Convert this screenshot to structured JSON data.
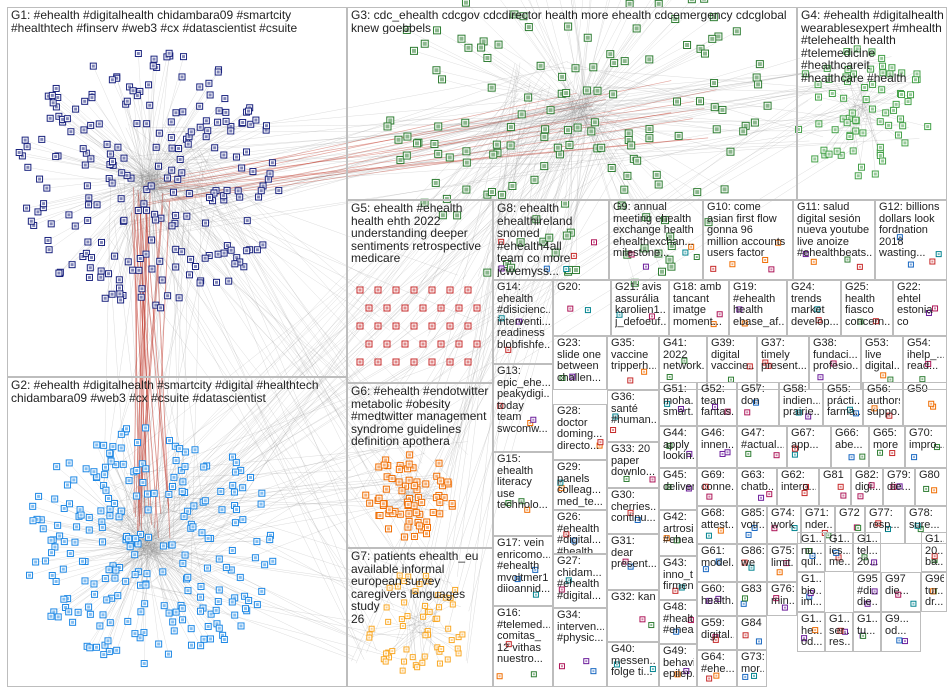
{
  "groups": [
    {
      "id": "G1",
      "label": "G1: #ehealth #digitalhealth chidambara09 #smartcity\n#healthtech #finserv #web3 #cx #datascientist #csuite"
    },
    {
      "id": "G2",
      "label": "G2: #ehealth #digitalhealth #smartcity #digital #healthtech\nchidambara09 #web3 #cx #csuite #datascientist"
    },
    {
      "id": "G3",
      "label": "G3: cdc_ehealth cdcgov cdcdirector health more ehealth cdcemergency cdcglobal\nknew goebbels"
    },
    {
      "id": "G4",
      "label": "G4: #ehealth #digitalhealth\nwearablesexpert #mhealth\n#telehealth health\n#telemedicine #healthcareit\n#healthcare #health"
    },
    {
      "id": "G5",
      "label": "G5: ehealth #ehealth\nhealth ehth 2022\nunderstanding deeper\nsentiments retrospective\nmedicare"
    },
    {
      "id": "G6",
      "label": "G6: #ehealth #endotwitter\nmetabolic #obesity\n#medtwitter management\nsyndrome guidelines\ndefinition apothera"
    },
    {
      "id": "G7",
      "label": "G7: patients ehealth_eu\navailable informal\neuropean survey\ncaregivers languages study\n26"
    },
    {
      "id": "G8",
      "label": "G8: ehealth\nehealthireland\nsnomed #ehealth4all\nteam co more\njcwemyss..."
    },
    {
      "id": "G9",
      "label": "G9: annual\nmeeting ehealth\nexchange health\nehealthexchan...\nmilestone..."
    },
    {
      "id": "G10",
      "label": "G10: come\nasian first flow\ngonna 96\nmillion accounts\nusers factor"
    },
    {
      "id": "G11",
      "label": "G11: salud\ndigital sesión\nnueva youtube\nlive anoize\n#ehealthbeats..."
    },
    {
      "id": "G12",
      "label": "G12: billions\ndollars look\nfordnation\n2018\nwasting..."
    },
    {
      "id": "G13",
      "label": "G13:\nepic_ehe...\npeakydigi...\ntoday\nteam\nswcomw..."
    },
    {
      "id": "G14",
      "label": "G14:\nehealth\n#disicienc...\ninterventi...\nreadiness\nblobfishfe..."
    },
    {
      "id": "G15",
      "label": "G15:\nehealth\nliteracy\nuse\ntechnolo..."
    },
    {
      "id": "G16",
      "label": "G16:\n#telemed...\ncomitas_\n12 vithas\nnuestro..."
    },
    {
      "id": "G17",
      "label": "G17: vein\nenricomo...\n#ehealth\nmvoltmer1\ndiioannid..."
    },
    {
      "id": "G18",
      "label": "G18: amb\ntancant\nimatge\nmoment..."
    },
    {
      "id": "G19",
      "label": "G19:\n#ehealth\nhealth\nebase_af..."
    },
    {
      "id": "G20",
      "label": "G20:"
    },
    {
      "id": "G21",
      "label": "G21: avis\nassurália\nkarolien1...\nj_defoeuf..."
    },
    {
      "id": "G22",
      "label": "G22:\nehtel\nestonia\nco"
    },
    {
      "id": "G23",
      "label": "G23:\nslide one\nbetween\nchallen..."
    },
    {
      "id": "G24",
      "label": "G24:\ntrends\nmarket\ndevelop..."
    },
    {
      "id": "G25",
      "label": "G25:\nhealth\nfiasco\nconcern..."
    },
    {
      "id": "G26",
      "label": "G26:\n#ehealth\n#digital...\n#health..."
    },
    {
      "id": "G27",
      "label": "G27:\nchidam...\n#ehealth\n#digital..."
    },
    {
      "id": "G28",
      "label": "G28:\ndoctor\ndoming...\ndirecto..."
    },
    {
      "id": "G29",
      "label": "G29:\npanels\ncolleag...\nmed_te..."
    },
    {
      "id": "G30",
      "label": "G30:\ncherries...\ncontinu..."
    },
    {
      "id": "G31",
      "label": "G31:\ndear\npresent..."
    },
    {
      "id": "G32",
      "label": "G32: kan"
    },
    {
      "id": "G33",
      "label": "G33: 20\npaper\ndownlo..."
    },
    {
      "id": "G34",
      "label": "G34:\ninterven...\n#physic..."
    },
    {
      "id": "G35",
      "label": "G35: vaccine\ntripperh..."
    },
    {
      "id": "G36",
      "label": "G36:\nsanté\n#human..."
    },
    {
      "id": "G37",
      "label": "G37:\ntimely\npresent..."
    },
    {
      "id": "G38",
      "label": "G38:\nfundaci...\nprofesio..."
    },
    {
      "id": "G39",
      "label": "G39:\ndigital\nvaccine..."
    },
    {
      "id": "G40",
      "label": "G40:\nmessen...\nfolge ti..."
    },
    {
      "id": "G41",
      "label": "G41:\n2022\nnetwork..."
    },
    {
      "id": "G42",
      "label": "G42:\nartrosis\n#ehea..."
    },
    {
      "id": "G43",
      "label": "G43:\ninno_t...\nfirmen..."
    },
    {
      "id": "G44",
      "label": "G44:\napply\nlookin..."
    },
    {
      "id": "G45",
      "label": "G45:\ndeliver..."
    },
    {
      "id": "G46",
      "label": "G46:\ninnen..."
    },
    {
      "id": "G47",
      "label": "G47:\n#actual..."
    },
    {
      "id": "G48",
      "label": "G48:\n#healt...\n#ehea..."
    },
    {
      "id": "G49",
      "label": "G49:\nbehavi...\nepilep..."
    },
    {
      "id": "G50",
      "label": "G50"
    },
    {
      "id": "G51",
      "label": "G51:\nmoha...\nsmart..."
    },
    {
      "id": "G52",
      "label": "G52:\nteam\nfantas..."
    },
    {
      "id": "G53",
      "label": "G53:\nlive\ndigital..."
    },
    {
      "id": "G54",
      "label": "G54:\nihelp_...\nread..."
    },
    {
      "id": "G55",
      "label": "G55:\nprácti...\nfarma..."
    },
    {
      "id": "G56",
      "label": "G56:\nauthors\nsuppo..."
    },
    {
      "id": "G57",
      "label": "G57:\ndon"
    },
    {
      "id": "G58",
      "label": "G58:\nindien...\nprairie..."
    },
    {
      "id": "G59",
      "label": "G59:\ndigital..."
    },
    {
      "id": "G60",
      "label": "G60:\nhealth..."
    },
    {
      "id": "G61",
      "label": "G61:\nmodel..."
    },
    {
      "id": "G62",
      "label": "G62:\ninterо..."
    },
    {
      "id": "G63",
      "label": "G63:\nchatb..."
    },
    {
      "id": "G64",
      "label": "G64:\n#ehe..."
    },
    {
      "id": "G65",
      "label": "G65:\nmore"
    },
    {
      "id": "G66",
      "label": "G66:\nabe..."
    },
    {
      "id": "G67",
      "label": "G67:\napp..."
    },
    {
      "id": "G68",
      "label": "G68:\nattest..."
    },
    {
      "id": "G69",
      "label": "G69:\nconne..."
    },
    {
      "id": "G70",
      "label": "G70:\nimpro..."
    },
    {
      "id": "G71",
      "label": "G71:\nnder..."
    },
    {
      "id": "G72",
      "label": "G72"
    },
    {
      "id": "G73",
      "label": "G73:\nmor..."
    },
    {
      "id": "G74",
      "label": "G74:\nwork"
    },
    {
      "id": "G75",
      "label": "G75:\nlimit..."
    },
    {
      "id": "G76",
      "label": "G76:\nmin..."
    },
    {
      "id": "G77",
      "label": "G77:\nresp..."
    },
    {
      "id": "G78",
      "label": "G78:\nsure..."
    },
    {
      "id": "G79",
      "label": "G79:\ndie..."
    },
    {
      "id": "G80",
      "label": "G80"
    },
    {
      "id": "G81",
      "label": "G81"
    },
    {
      "id": "G82",
      "label": "G82:\ndigi..."
    },
    {
      "id": "G83",
      "label": "G83"
    },
    {
      "id": "G84",
      "label": "G84"
    },
    {
      "id": "G85",
      "label": "G85:\nvotr..."
    },
    {
      "id": "G86",
      "label": "G86:\nwe"
    },
    {
      "id": "G1a",
      "label": "G1...\nnu...\nqui..."
    },
    {
      "id": "G1b",
      "label": "G1...\nics...\nme..."
    },
    {
      "id": "G1c",
      "label": "G1...\ntel...\n20..."
    },
    {
      "id": "G1d",
      "label": "G1...\n20...\nba..."
    },
    {
      "id": "G1e",
      "label": "G1...\nbio...\nim..."
    },
    {
      "id": "G95",
      "label": "G95:\n#di...\ndie..."
    },
    {
      "id": "G1f",
      "label": "G1...\nhe...\nod..."
    },
    {
      "id": "G1g",
      "label": "G1...\nser...\nres..."
    },
    {
      "id": "G97",
      "label": "G97\ndie..."
    },
    {
      "id": "G96",
      "label": "G96:\ntur...\ndr..."
    },
    {
      "id": "G9x",
      "label": "G9...\nod..."
    },
    {
      "id": "G1h",
      "label": "G1...\ntu..."
    }
  ],
  "colors": {
    "border": "#bdbdbd",
    "edge": "#8a8a8a",
    "edge_red": "#c0392b",
    "g1_node": "#1a237e",
    "g2_node": "#1e88e5",
    "g3_node": "#2e7d32",
    "g4_node": "#43a047",
    "g5_node": "#c62828",
    "g6_node": "#ef6c00",
    "g7_node": "#f9a825"
  }
}
